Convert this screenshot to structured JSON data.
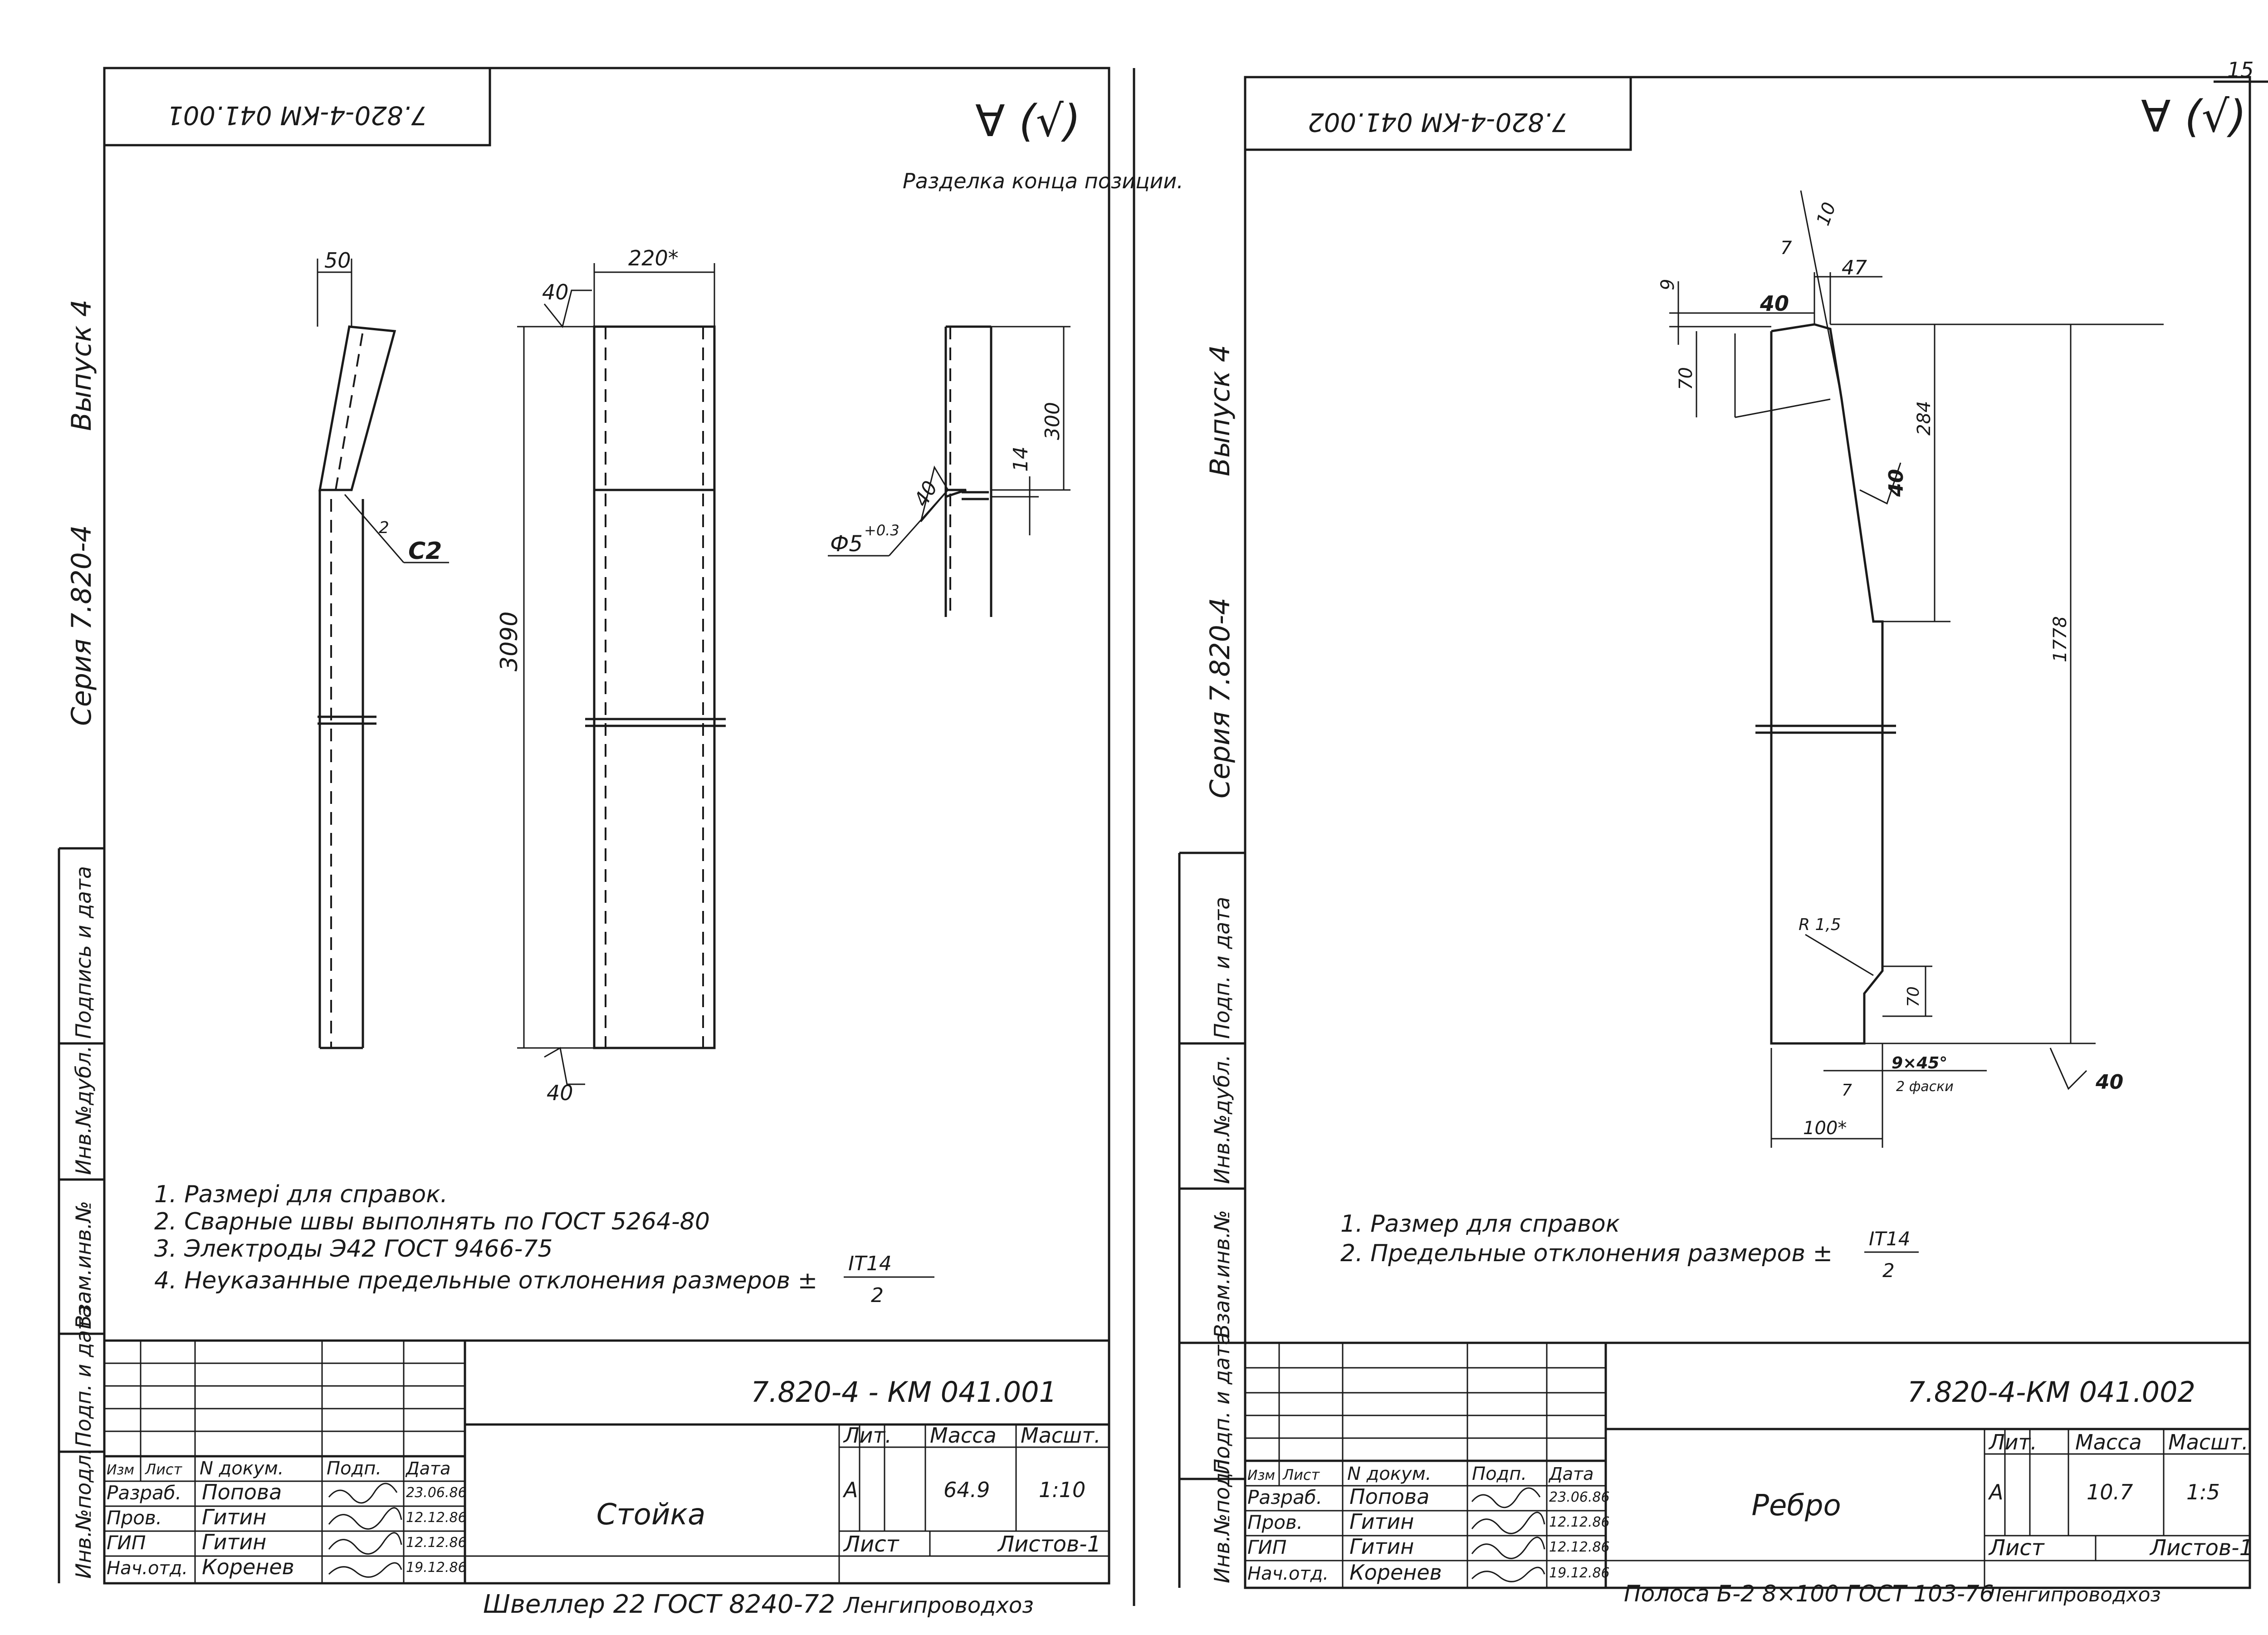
{
  "page_number": "15",
  "left_sheet": {
    "stamp_code_rotated": "7.820-4-КМ 041.001",
    "side_labels": {
      "issue": "Выпуск 4",
      "series": "Серия 7.820-4",
      "sign_date": "Подпись и дата",
      "inv_dubl": "Инв.№дубл.",
      "vzam_inv": "Взам.инв.№",
      "podp_data": "Подп. и дата",
      "inv_podl": "Инв.№подл."
    },
    "roughness_mark": "∀ (√)",
    "detail_caption": "Разделка конца позиции.",
    "dims": {
      "d50": "50",
      "d220": "220*",
      "d40top": "40",
      "d40bottom": "40",
      "d3090": "3090",
      "c2": "С2",
      "c2num": "2",
      "d300": "300",
      "d14": "14",
      "d40weld": "40",
      "phi5": "Ф5",
      "tol": "+0.3"
    },
    "notes": [
      "1. Размерi  для  справок.",
      "2. Сварные  швы  выполнять   по  ГОСТ  5264-80",
      "3. Электроды   Э42  ГОСТ  9466-75",
      "4. Неуказанные  предельные   отклонения  размеров ±"
    ],
    "note_fraction": {
      "num": "IT14",
      "den": "2"
    },
    "title_block": {
      "doc_code": "7.820-4 - КМ 041.001",
      "headers": [
        "Изм",
        "Лист",
        "N докум.",
        "Подп.",
        "Дата"
      ],
      "rows": [
        {
          "role": "Разраб.",
          "name": "Попова",
          "date": "23.06.86"
        },
        {
          "role": "Пров.",
          "name": "Гитин",
          "date": "12.12.86"
        },
        {
          "role": "ГИП",
          "name": "Гитин",
          "date": "12.12.86"
        },
        {
          "role": "Нач.отд.",
          "name": "Коренев",
          "date": "19.12.86"
        }
      ],
      "item_name": "Стойка",
      "lit_label": "Лит.",
      "mass_label": "Масса",
      "scale_label": "Масшт.",
      "lit": "А",
      "mass": "64.9",
      "scale": "1:10",
      "sheet_label": "Лист",
      "sheets_label": "Листов-1",
      "material": "Швеллер 22 ГОСТ 8240-72",
      "org": "Ленгипроводхоз"
    }
  },
  "right_sheet": {
    "stamp_code_rotated": "7.820-4-КМ 041.002",
    "side_labels": {
      "issue": "Выпуск 4",
      "series": "Серия 7.820-4",
      "podp_data": "Подп. и дата",
      "inv_dubl": "Инв.№дубл.",
      "vzam_inv": "Взам.инв.№",
      "podp_data2": "Подп. и дата",
      "inv_podl": "Инв.№подл."
    },
    "roughness_mark": "∀ (√)",
    "dims": {
      "d9": "9",
      "d40a": "40",
      "d7top": "7",
      "d10": "10",
      "d47": "47",
      "d70top": "70",
      "d284": "284",
      "d40b": "40",
      "d1778": "1778",
      "r15": "R 1,5",
      "d70bottom": "70",
      "d40c": "40",
      "chamfer": "9×45°",
      "chamfer_note": "2 фаски",
      "d7bottom": "7",
      "d100": "100*"
    },
    "notes": [
      "1. Размер  для  справок",
      "2. Предельные  отклонения   размеров  ±"
    ],
    "note_fraction": {
      "num": "IT14",
      "den": "2"
    },
    "title_block": {
      "doc_code": "7.820-4-КМ 041.002",
      "headers": [
        "Изм",
        "Лист",
        "N докум.",
        "Подп.",
        "Дата"
      ],
      "rows": [
        {
          "role": "Разраб.",
          "name": "Попова",
          "date": "23.06.86"
        },
        {
          "role": "Пров.",
          "name": "Гитин",
          "date": "12.12.86"
        },
        {
          "role": "ГИП",
          "name": "Гитин",
          "date": "12.12.86"
        },
        {
          "role": "Нач.отд.",
          "name": "Коренев",
          "date": "19.12.86"
        }
      ],
      "item_name": "Ребро",
      "lit_label": "Лит.",
      "mass_label": "Масса",
      "scale_label": "Масшт.",
      "lit": "А",
      "mass": "10.7",
      "scale": "1:5",
      "sheet_label": "Лист",
      "sheets_label": "Листов-1",
      "material": "Полоса Б-2 8×100 ГОСТ 103-76",
      "org": "Ленгипроводхоз"
    }
  }
}
